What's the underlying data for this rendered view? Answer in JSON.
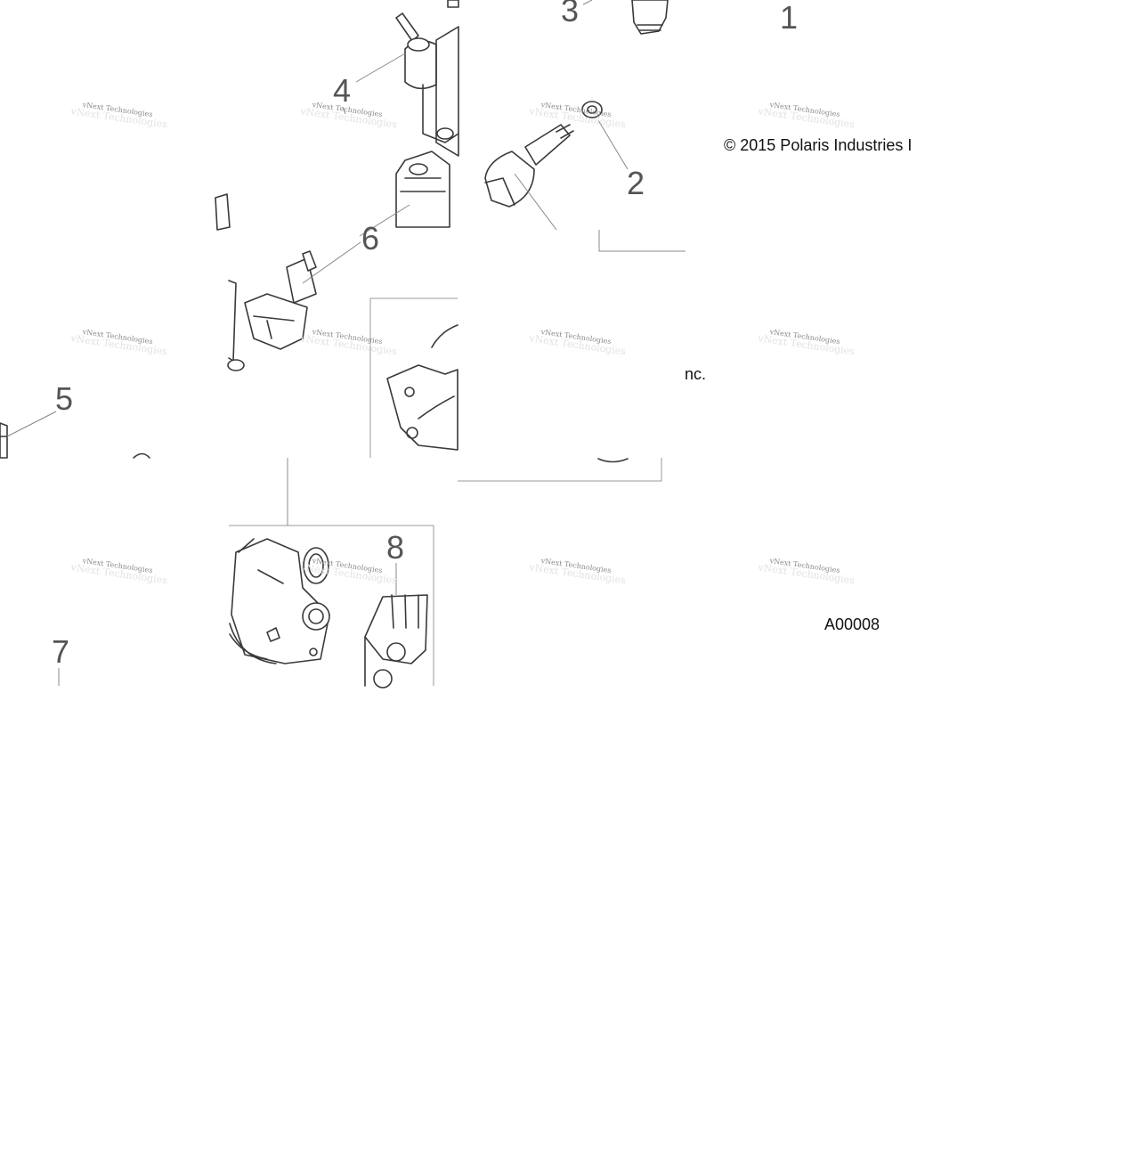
{
  "diagram": {
    "copyright_part1": "© 2015 Polaris Industries I",
    "copyright_part2": "nc.",
    "figure_code": "A00008",
    "callouts": [
      {
        "id": "1",
        "label": "1"
      },
      {
        "id": "2",
        "label": "2"
      },
      {
        "id": "3",
        "label": "3"
      },
      {
        "id": "4",
        "label": "4"
      },
      {
        "id": "5",
        "label": "5"
      },
      {
        "id": "6",
        "label": "6"
      },
      {
        "id": "7",
        "label": "7"
      },
      {
        "id": "8",
        "label": "8"
      }
    ],
    "watermark_text": "vNext Technologies"
  }
}
